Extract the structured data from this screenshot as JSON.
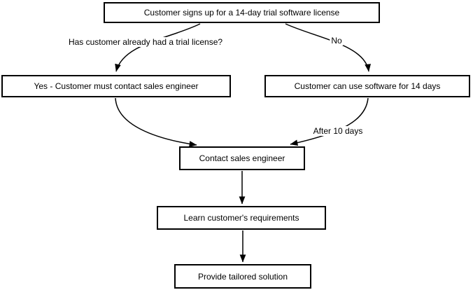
{
  "flowchart": {
    "nodes": {
      "start": "Customer signs up for a 14-day trial software license",
      "yes_path": "Yes - Customer must contact sales engineer",
      "no_path": "Customer can use software for 14 days",
      "contact": "Contact sales engineer",
      "learn": "Learn customer's requirements",
      "provide": "Provide tailored solution"
    },
    "edge_labels": {
      "question": "Has customer already had a trial license?",
      "no": "No",
      "after": "After 10 days"
    },
    "colors": {
      "stroke": "#000000",
      "fill": "#ffffff",
      "text": "#000000"
    }
  }
}
